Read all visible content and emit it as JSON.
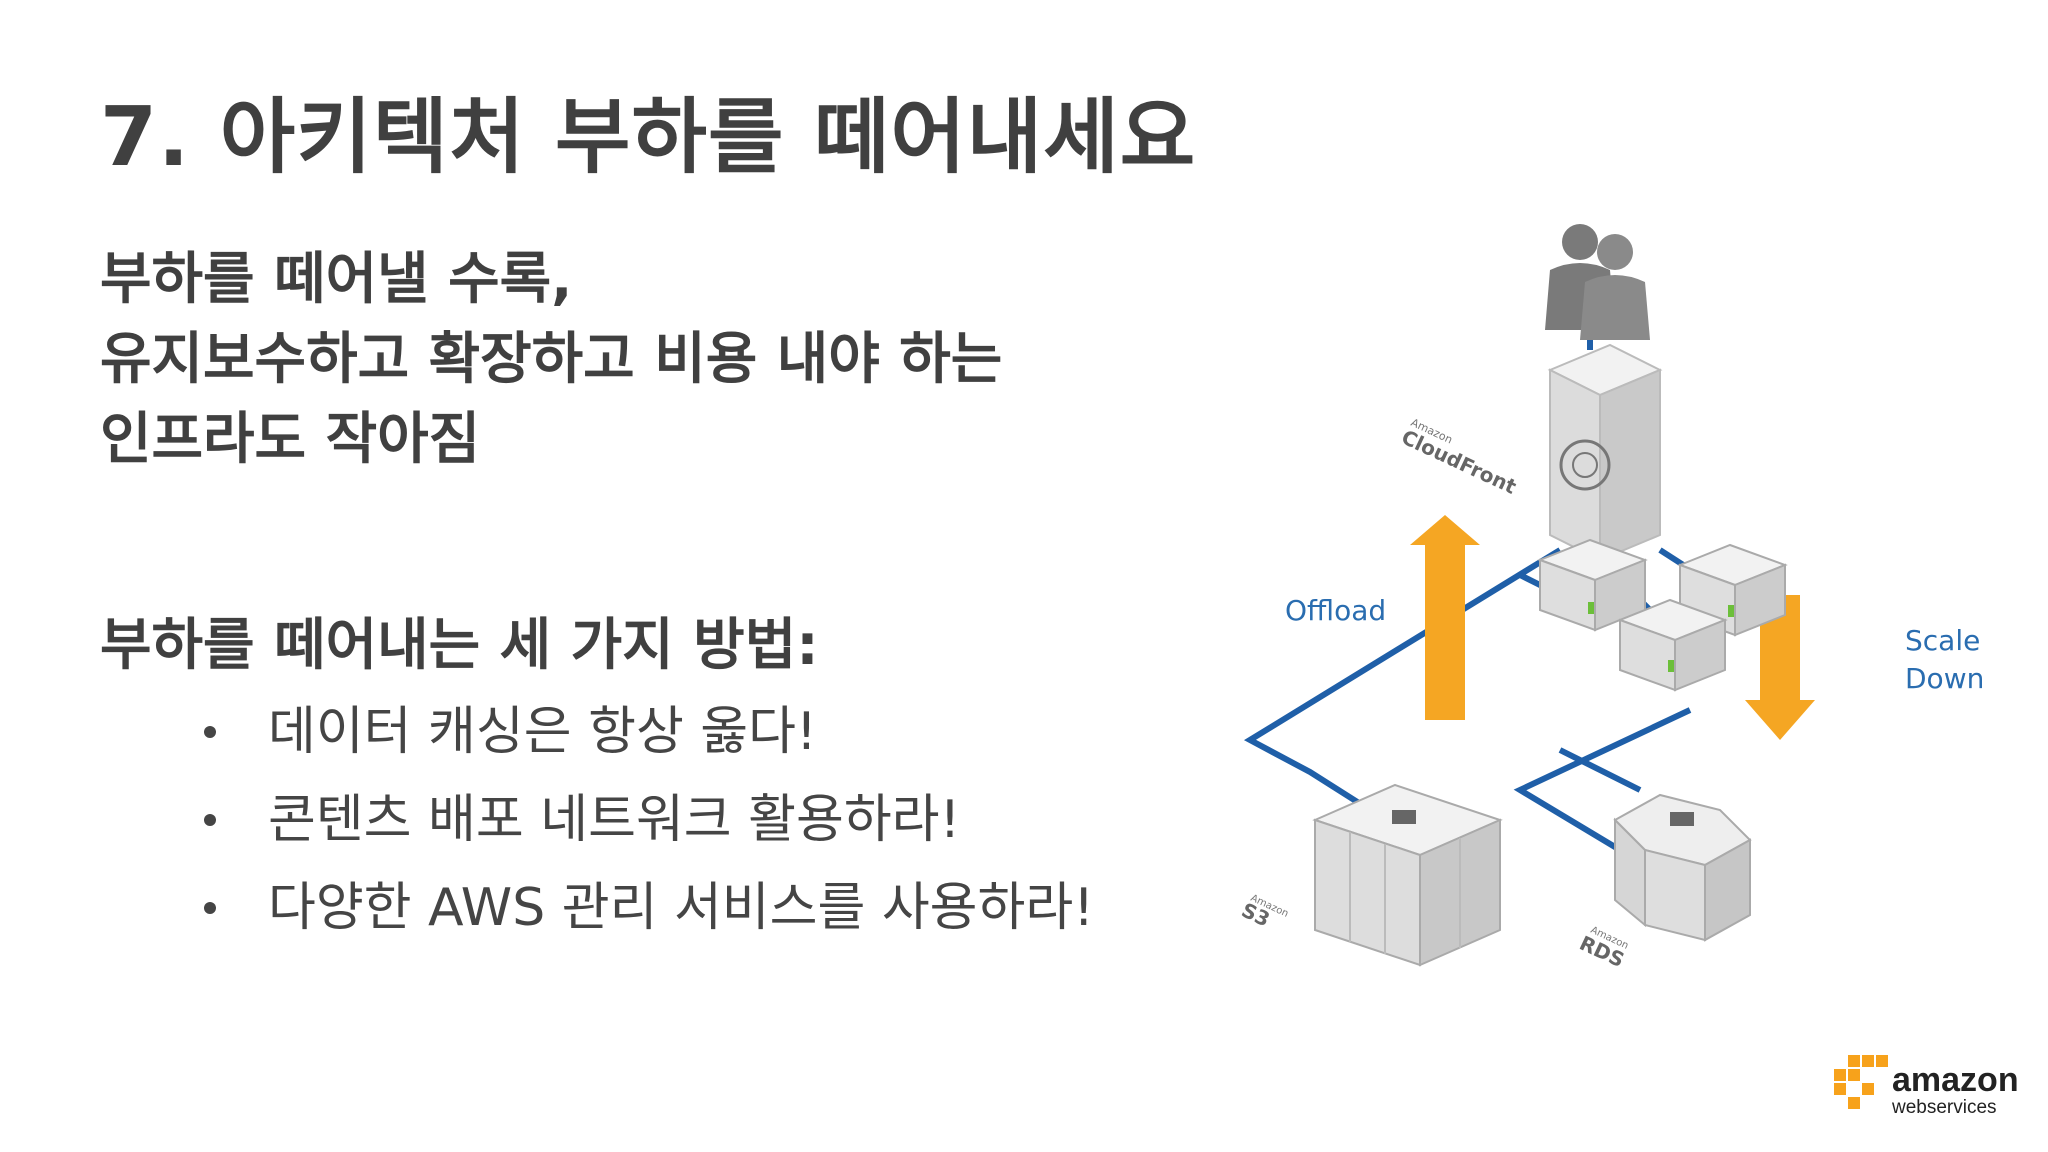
{
  "slide": {
    "title": "7. 아키텍처 부하를 떼어내세요",
    "lead_lines": [
      "부하를 떼어낼 수록,",
      "유지보수하고 확장하고 비용 내야 하는",
      "인프라도 작아짐"
    ],
    "subhead": "부하를 떼어내는  세 가지 방법:",
    "bullets": [
      "데이터 캐싱은 항상 옳다!",
      "콘텐츠 배포 네트워크 활용하라!",
      "다양한 AWS 관리 서비스를 사용하라!"
    ]
  },
  "diagram": {
    "cloudfront_label_small": "Amazon",
    "cloudfront_label": "CloudFront",
    "offload_label": "Offload",
    "scale_label": "Scale",
    "down_label": "Down",
    "s3_label_small": "Amazon",
    "s3_label": "S3",
    "rds_label_small": "Amazon",
    "rds_label": "RDS",
    "icons": [
      "users-icon",
      "cloudfront-server-icon",
      "ec2-instance-icon",
      "s3-storage-icon",
      "rds-database-icon",
      "arrow-up-icon",
      "arrow-down-icon"
    ],
    "colors": {
      "arrow": "#f5a623",
      "network": "#1f5fa8",
      "label": "#2a6db0",
      "server": "#e4e4e4"
    }
  },
  "logo": {
    "word": "amazon",
    "sub": "webservices",
    "colors": {
      "cubes": "#f7a21b",
      "text": "#222222"
    }
  }
}
